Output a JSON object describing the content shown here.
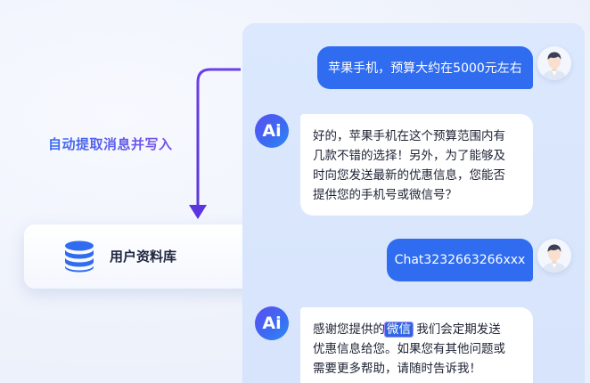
{
  "flow": {
    "label": "自动提取消息并写入"
  },
  "database": {
    "label": "用户资料库",
    "icon": "database-icon"
  },
  "colors": {
    "accent_blue": "#2f6cf0",
    "arrow_purple": "#6a3ee8",
    "panel_bg": "#dbe8fd"
  },
  "chat": {
    "messages": [
      {
        "role": "user",
        "text": "苹果手机，预算大约在5000元左右"
      },
      {
        "role": "ai",
        "avatar_text": "Ai",
        "lines": [
          "好的，苹果手机在这个预算范围内有",
          "几款不错的选择！另外，为了能够及",
          "时向您发送最新的优惠信息，您能否",
          "提供您的手机号或微信号？"
        ]
      },
      {
        "role": "user",
        "text": "Chat3232663266xxx"
      },
      {
        "role": "ai",
        "avatar_text": "Ai",
        "line1_before": "感谢您提供的",
        "highlight": "微信",
        "line1_after": " 我们会定期发送",
        "lines_rest": [
          "优惠信息给您。如果您有其他问题或",
          "需要更多帮助，请随时告诉我！"
        ]
      }
    ]
  }
}
